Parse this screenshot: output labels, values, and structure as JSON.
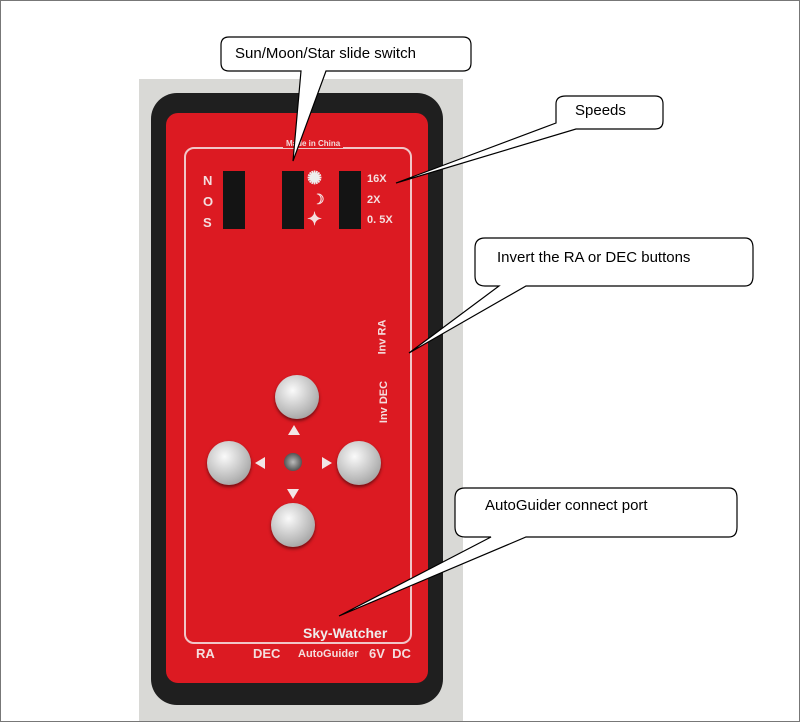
{
  "callouts": {
    "switch": "Sun/Moon/Star slide switch",
    "speeds": "Speeds",
    "invert": "Invert the RA or DEC buttons",
    "autoguider": "AutoGuider connect port"
  },
  "device": {
    "made_in": "Made in China",
    "hemisphere": [
      "N",
      "O",
      "S"
    ],
    "speeds": [
      "16X",
      "2X",
      "0. 5X"
    ],
    "inv_ra": "Inv RA",
    "inv_dec": "Inv DEC",
    "brand": "Sky-Watcher",
    "ports": [
      "RA",
      "DEC",
      "AutoGuider",
      "6V  DC"
    ]
  },
  "colors": {
    "panel": "#dc1a22",
    "case": "#1f1f1f"
  }
}
